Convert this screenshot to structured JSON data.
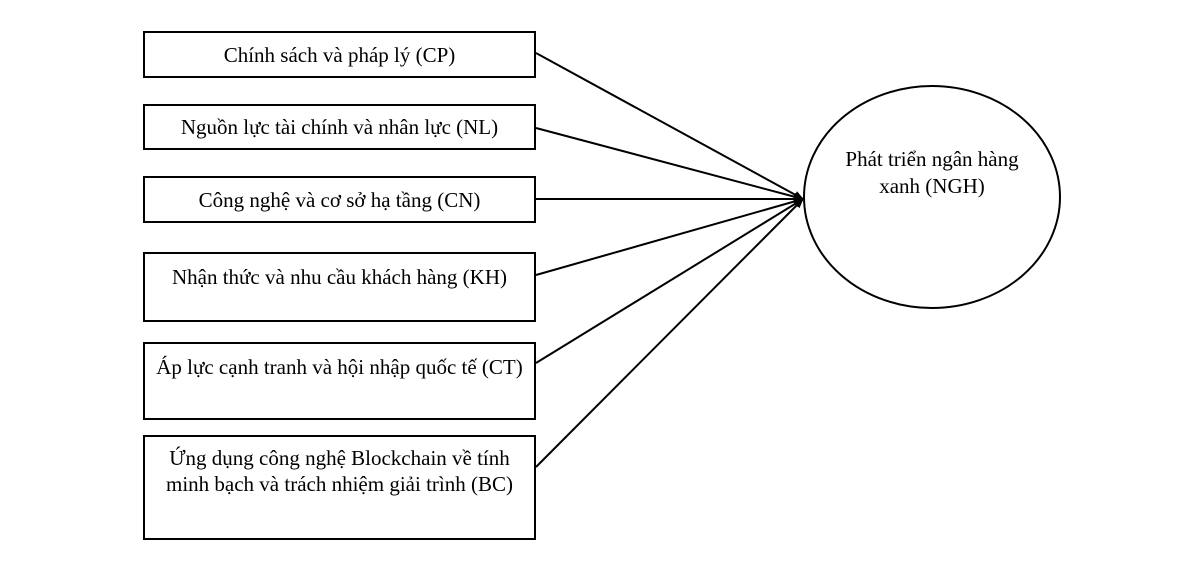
{
  "diagram": {
    "type": "research-model",
    "factors": [
      {
        "id": "CP",
        "label": "Chính sách và pháp lý (CP)"
      },
      {
        "id": "NL",
        "label": "Nguồn lực tài chính và nhân lực (NL)"
      },
      {
        "id": "CN",
        "label": "Công nghệ và cơ sở hạ tầng (CN)"
      },
      {
        "id": "KH",
        "label": "Nhận thức và nhu cầu khách hàng (KH)"
      },
      {
        "id": "CT",
        "label": "Áp lực cạnh tranh và hội nhập quốc tế (CT)"
      },
      {
        "id": "BC",
        "label": "Ứng dụng công nghệ  Blockchain về tính minh bạch và trách nhiệm giải trình (BC)"
      }
    ],
    "outcome": {
      "id": "NGH",
      "label": "Phát triển ngân hàng xanh (NGH)"
    },
    "edges": [
      {
        "from": "CP",
        "to": "NGH"
      },
      {
        "from": "NL",
        "to": "NGH"
      },
      {
        "from": "CN",
        "to": "NGH"
      },
      {
        "from": "KH",
        "to": "NGH"
      },
      {
        "from": "CT",
        "to": "NGH"
      },
      {
        "from": "BC",
        "to": "NGH"
      }
    ],
    "colors": {
      "stroke": "#000000",
      "background": "#ffffff"
    }
  }
}
